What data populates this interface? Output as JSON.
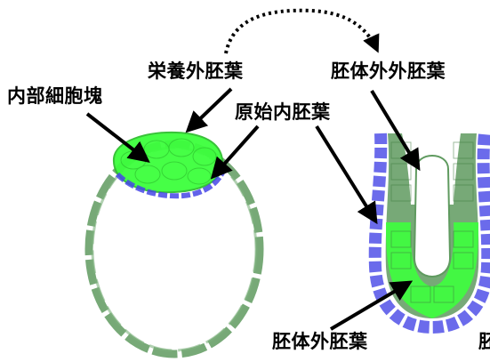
{
  "labels": {
    "inner_cell_mass": "内部細胞塊",
    "trophectoderm": "栄養外胚葉",
    "primitive_endoderm": "原始内胚葉",
    "extraembryonic_ectoderm": "胚体外外胚葉",
    "embryonic_ectoderm": "胚体外胚葉",
    "cut_off_char": "胚"
  },
  "colors": {
    "trophectoderm_green": "#5f9a5f",
    "inner_cell_mass_green": "#3dff3d",
    "endoderm_blue": "#4646e6",
    "arrow": "#000000"
  }
}
